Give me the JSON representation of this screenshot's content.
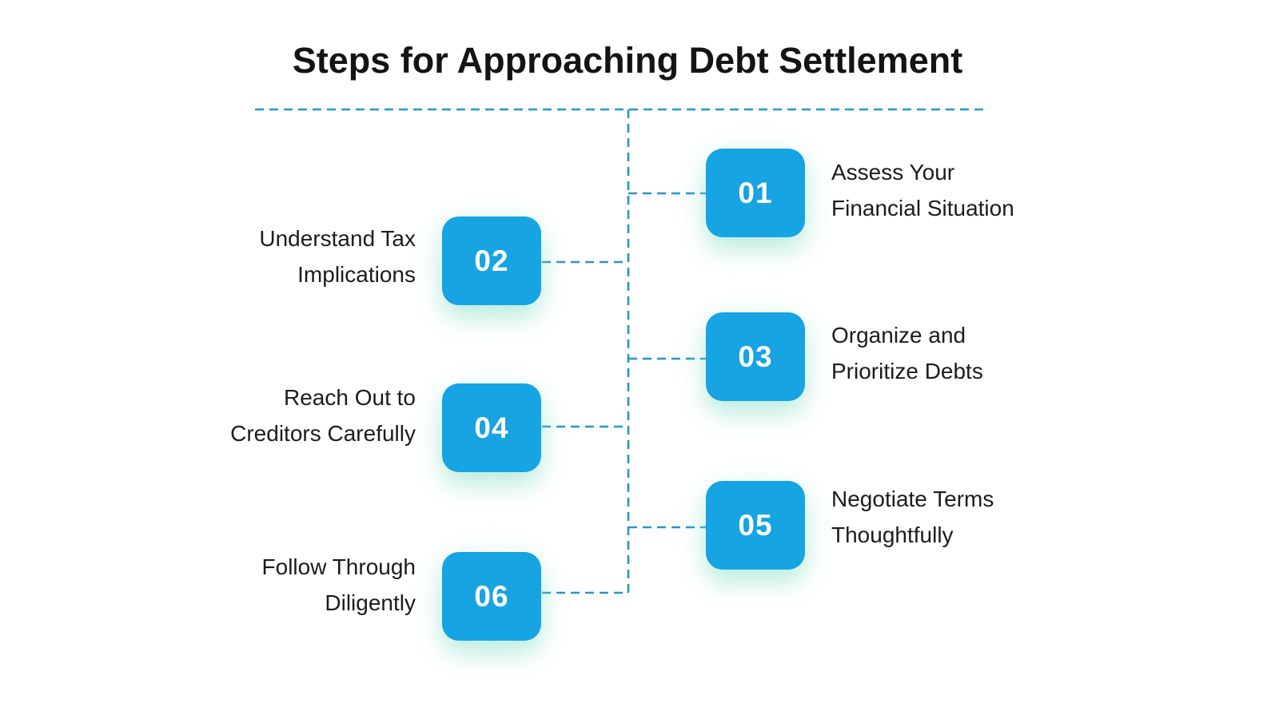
{
  "title": "Steps for Approaching Debt Settlement",
  "colors": {
    "box_fill": "#16a4e2",
    "connector_line": "#2498c6",
    "title_text": "#141414",
    "label_text": "#1c1c1c",
    "number_text": "#ffffff",
    "background": "#ffffff",
    "box_glow": "rgba(140,221,199,0.45)"
  },
  "steps": [
    {
      "number": "01",
      "label": "Assess Your\nFinancial Situation",
      "side": "right"
    },
    {
      "number": "02",
      "label": "Understand Tax\nImplications",
      "side": "left"
    },
    {
      "number": "03",
      "label": "Organize and\nPrioritize Debts",
      "side": "right"
    },
    {
      "number": "04",
      "label": "Reach Out to\nCreditors Carefully",
      "side": "left"
    },
    {
      "number": "05",
      "label": "Negotiate Terms\nThoughtfully",
      "side": "right"
    },
    {
      "number": "06",
      "label": "Follow Through\nDiligently",
      "side": "left"
    }
  ]
}
